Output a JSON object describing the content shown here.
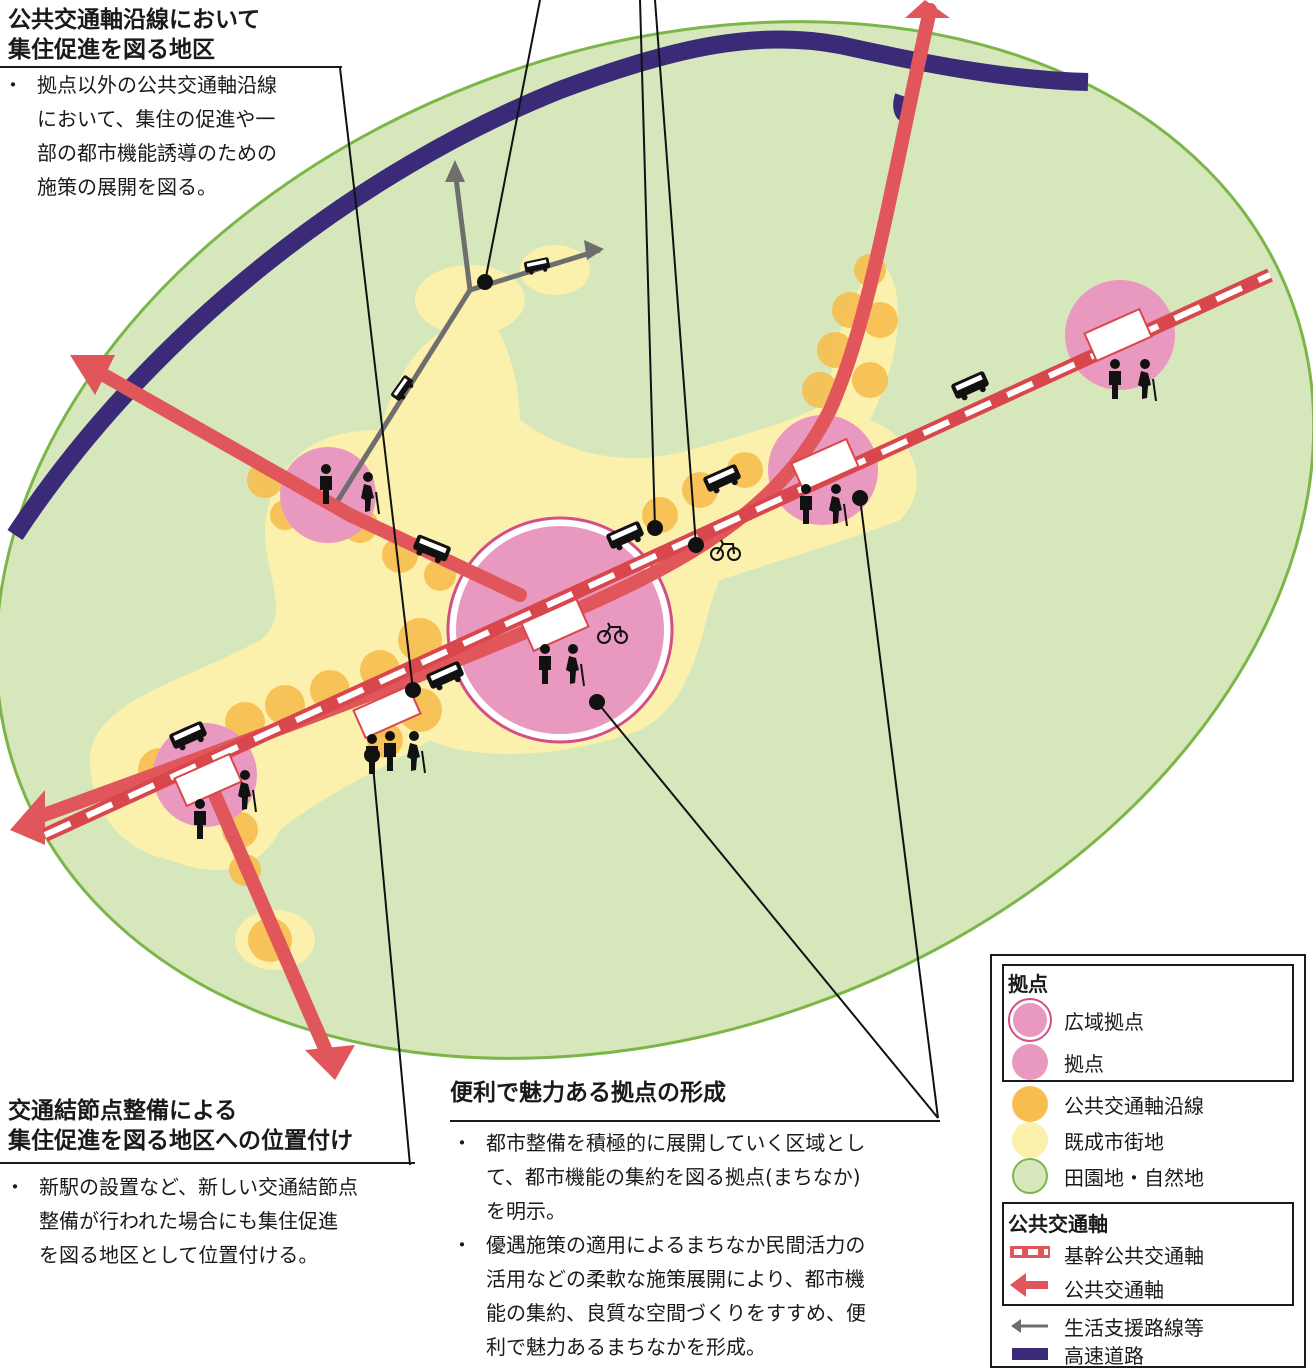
{
  "colors": {
    "rural": "#d6e7bc",
    "rural_border": "#7cb648",
    "urban": "#fcf0ad",
    "corridor": "#f7be4f",
    "hub": "#e999c0",
    "hub_border": "#d34f86",
    "transit_axis": "#e0565a",
    "expressway": "#3a2a78",
    "life_route": "#6e6e6e"
  },
  "labels": {
    "corridor": {
      "title_line1": "公共交通軸沿線において",
      "title_line2": "集住促進を図る地区",
      "bullets": [
        "拠点以外の公共交通軸沿線",
        "において、集住の促進や一",
        "部の都市機能誘導のための",
        "施策の展開を図る。"
      ]
    },
    "node": {
      "title_line1": "交通結節点整備による",
      "title_line2": "集住促進を図る地区への位置付け",
      "bullets": [
        "新駅の設置など、新しい交通結節点",
        "整備が行われた場合にも集住促進",
        "を図る地区として位置付ける。"
      ]
    },
    "hub": {
      "title": "便利で魅力ある拠点の形成",
      "bullet1": [
        "都市整備を積極的に展開していく区域とし",
        "て、都市機能の集約を図る拠点(まちなか)",
        "を明示。"
      ],
      "bullet2": [
        "優遇施策の適用によるまちなか民間活力の",
        "活用などの柔軟な施策展開により、都市機",
        "能の集約、良質な空間づくりをすすめ、便",
        "利で魅力あるまちなかを形成。"
      ]
    },
    "bullet_mark": "・"
  },
  "legend": {
    "hubs_heading": "拠点",
    "wide_hub": "広域拠点",
    "hub": "拠点",
    "corridor": "公共交通軸沿線",
    "urban": "既成市街地",
    "rural": "田園地・自然地",
    "transit_heading": "公共交通軸",
    "trunk": "基幹公共交通軸",
    "transit": "公共交通軸",
    "life_route": "生活支援路線等",
    "expressway": "高速道路"
  }
}
